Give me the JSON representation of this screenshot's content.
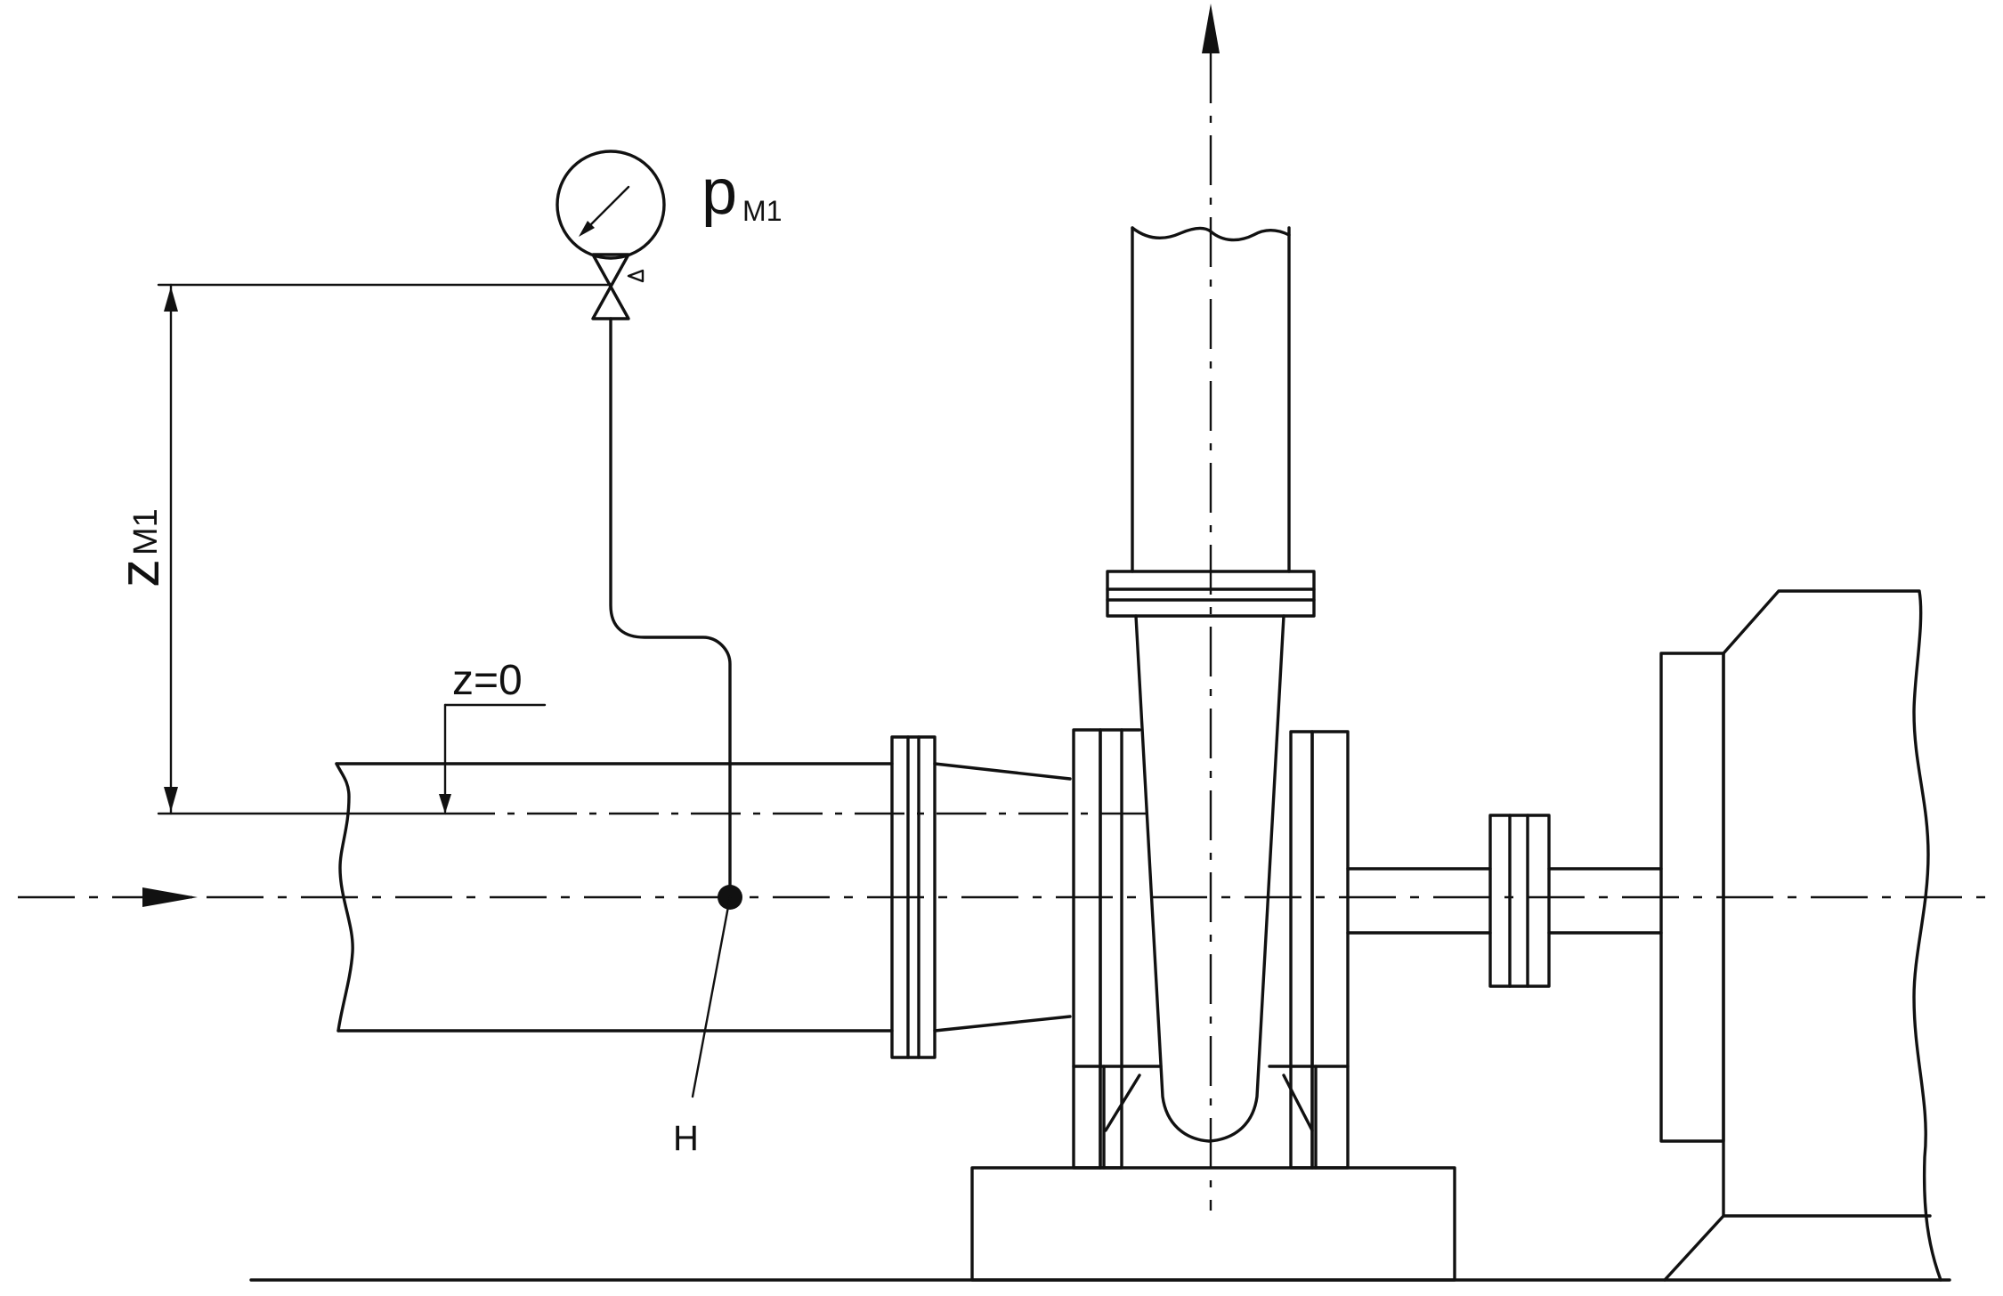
{
  "gauge": {
    "label_main": "p",
    "label_sub": "M1"
  },
  "height_dimension": {
    "label_main": "z",
    "label_sub": "M1"
  },
  "datum": {
    "label": "z=0"
  },
  "measurement_point": {
    "label": "H"
  }
}
